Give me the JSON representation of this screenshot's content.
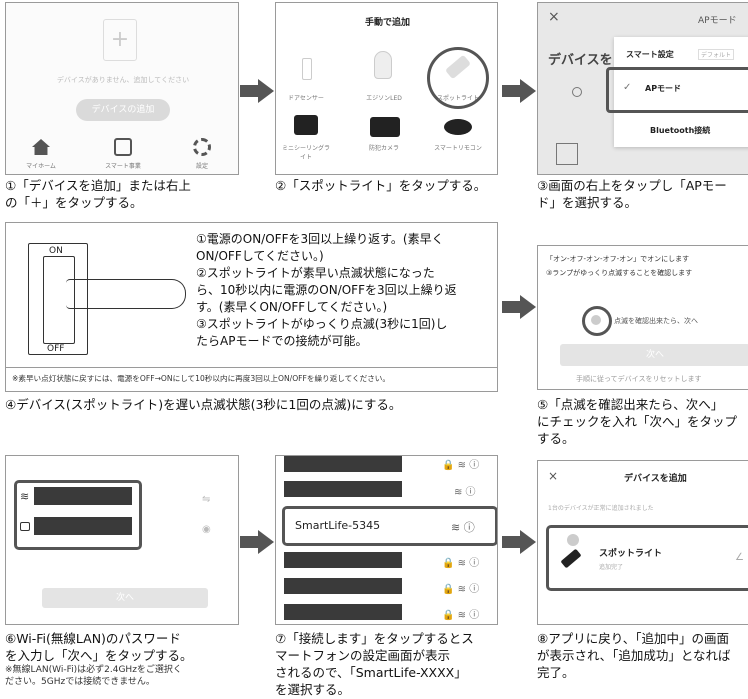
{
  "step1": {
    "empty_text": "デバイスがありません、追加してください",
    "add_button": "デバイスの追加",
    "nav": [
      "マイホーム",
      "スマート事業",
      "設定"
    ],
    "caption": [
      "①「デバイスを追加」または右上",
      "の「＋」をタップする。"
    ]
  },
  "step2": {
    "title": "手動で追加",
    "devices": [
      "ドアセンサー",
      "エジソンLED",
      "スポットライト",
      "ミニシーリングライト",
      "防犯カメラ",
      "スマートリモコン"
    ],
    "caption": "②「スポットライト」をタップする。"
  },
  "step3": {
    "close": "×",
    "top_right": "APモード",
    "title": "デバイスを",
    "menu_header": "スマート設定",
    "menu_default": "デフォルト",
    "menu_ap": "APモード",
    "menu_bt": "Bluetooth接続",
    "caption": [
      "③画面の右上をタップし「APモー",
      "ド」を選択する。"
    ]
  },
  "step4": {
    "switch_on": "ON",
    "switch_off": "OFF",
    "instructions": [
      "①電源のON/OFFを3回以上繰り返す。(素早く",
      "ON/OFFしてください。)",
      "②スポットライトが素早い点滅状態になった",
      "ら、10秒以内に電源のON/OFFを3回以上繰り返",
      "す。(素早くON/OFFしてください。)",
      "③スポットライトがゆっくり点滅(3秒に1回)し",
      "たらAPモードでの接続が可能。"
    ],
    "footnote": "※素早い点灯状態に戻すには、電源をOFF→ONにして10秒以内に再度3回以上ON/OFFを繰り返してください。",
    "caption": "④デバイス(スポットライト)を遅い点滅状態(3秒に1回の点滅)にする。"
  },
  "step5": {
    "line1": "「オン-オフ-オン-オフ-オン」でオンにします",
    "line2": "③ランプがゆっくり点滅することを確認します",
    "check_label": "点滅を確認出来たら、次へ",
    "next_button": "次へ",
    "reset_link": "手順に従ってデバイスをリセットします",
    "caption": [
      "⑤「点滅を確認出来たら、次へ」",
      "にチェックを入れ「次へ」をタップ",
      "する。"
    ]
  },
  "step6": {
    "next_button": "次へ",
    "caption": [
      "⑥Wi-Fi(無線LAN)のパスワード",
      "を入力し「次へ」をタップする。"
    ],
    "note": [
      "※無線LAN(Wi-Fi)は必ず2.4GHzをご選択く",
      "ださい。5GHzでは接続できません。"
    ]
  },
  "step7": {
    "network": "SmartLife-5345",
    "caption": [
      "⑦「接続します」をタップするとス",
      "マートフォンの設定画面が表示",
      "されるので、「SmartLife-XXXX」",
      "を選択する。"
    ]
  },
  "step8": {
    "close": "×",
    "title": "デバイスを追加",
    "sub": "1台のデバイスが正常に追加されました",
    "device_name": "スポットライト",
    "device_status": "追加完了",
    "caption": [
      "⑧アプリに戻り、「追加中」の画面",
      "が表示され、「追加成功」となれば",
      "完了。"
    ]
  }
}
